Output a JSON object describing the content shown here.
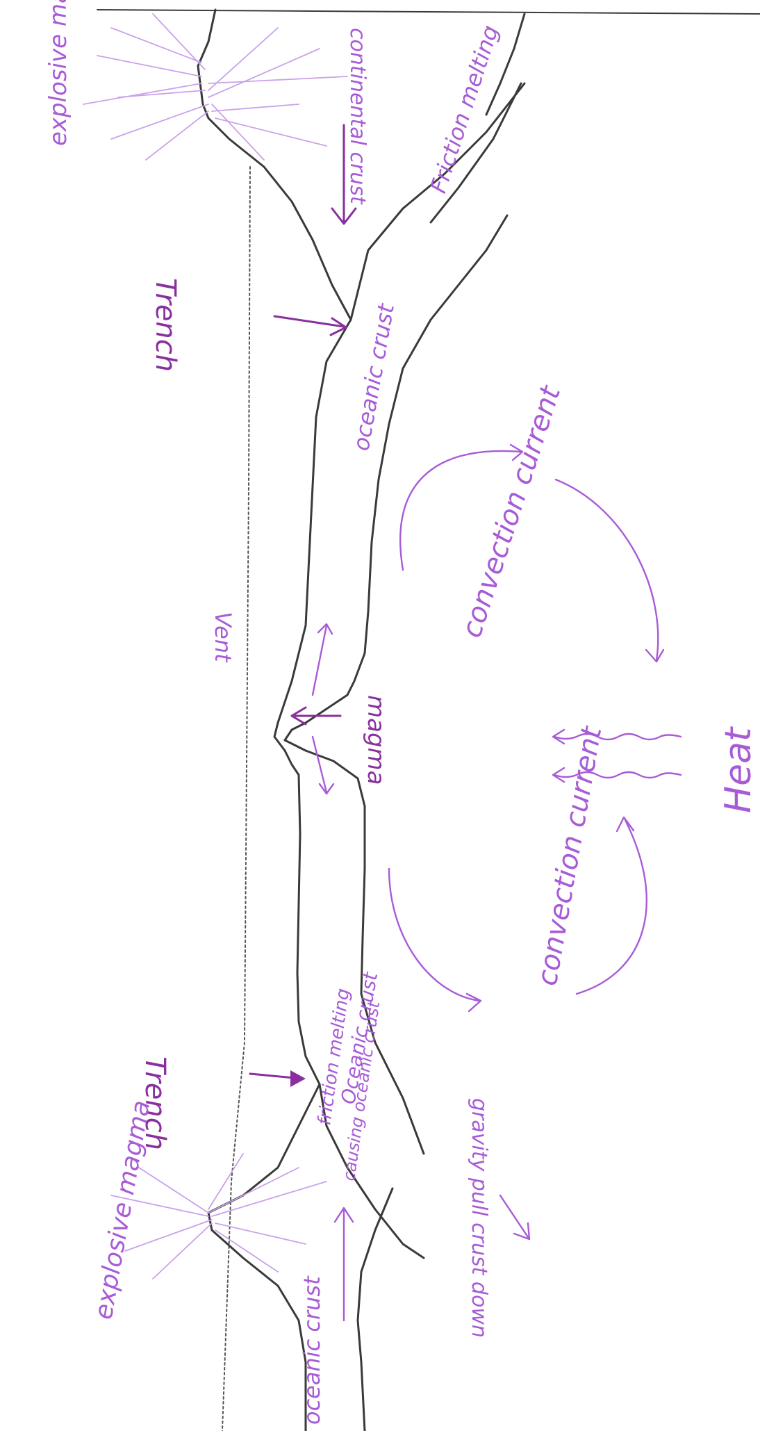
{
  "colors": {
    "pencil": "#3a3a3a",
    "ink": "#a85bd6",
    "ink_light": "#c9a2ea",
    "ink_dark": "#8a2f9e",
    "paper": "#ffffff"
  },
  "labels": {
    "explosive_magma_top": "explosive magma",
    "continental_crust": "continental crust",
    "friction_melting": "Friction melting",
    "trench_top": "Trench",
    "oceanic_crust_center": "oceanic crust",
    "convection_current_top": "convection current",
    "vent": "Vent",
    "magma": "magma",
    "heat": "Heat",
    "convection_current_bottom": "convection current",
    "trench_bottom": "Trench",
    "oceanic_crust_lower": "Oceanic crust",
    "friction_melting_lower": "friction melting",
    "causing_oceanic_crust": "causing oceanic crust",
    "gravity_pull": "gravity pull crust down",
    "explosive_magma_bottom": "explosive magma",
    "oceanic_crust_bottom": "oceanic crust"
  }
}
